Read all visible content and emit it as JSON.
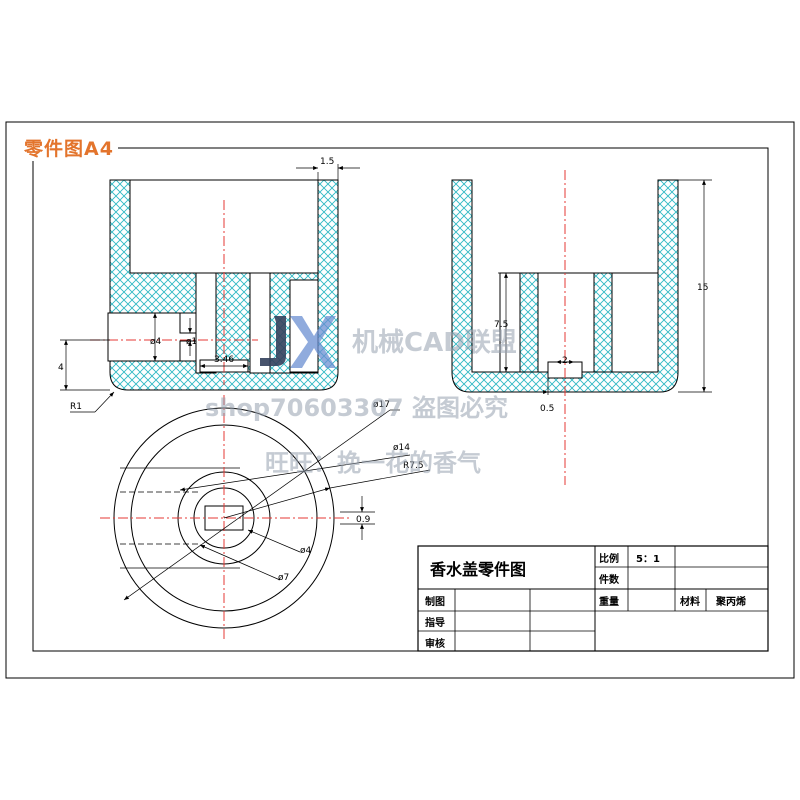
{
  "sheet": {
    "title": "零件图A4"
  },
  "watermark": {
    "brand": "机械CAD联盟",
    "shop": "shop70603307  盗图必究",
    "vendor": "旺旺：挽一花的香气"
  },
  "colors": {
    "hatch": "#2fb9c4",
    "centerline": "#e53935",
    "accent": "#e3742c",
    "line": "#000000"
  },
  "dimensions": {
    "wall": "1.5",
    "hole_dia": "ø4",
    "pin_dia": "ø1",
    "slot_width": "3.46",
    "left_height": "4",
    "fillet": "R1",
    "outer_dia": "ø17",
    "inner_dia": "ø14",
    "radius": "R7.5",
    "offset": "0.9",
    "small_dia": "ø4",
    "mid_dia": "ø7",
    "height": "15",
    "post_height": "7.5",
    "post_gap": "2",
    "bottom_gap": "0.5"
  },
  "title_block": {
    "part_name": "香水盖零件图",
    "scale_label": "比例",
    "scale_value": "5：1",
    "count_label": "件数",
    "drawn_label": "制图",
    "weight_label": "重量",
    "material_label": "材料",
    "material_value": "聚丙烯",
    "guide_label": "指导",
    "review_label": "审核"
  }
}
